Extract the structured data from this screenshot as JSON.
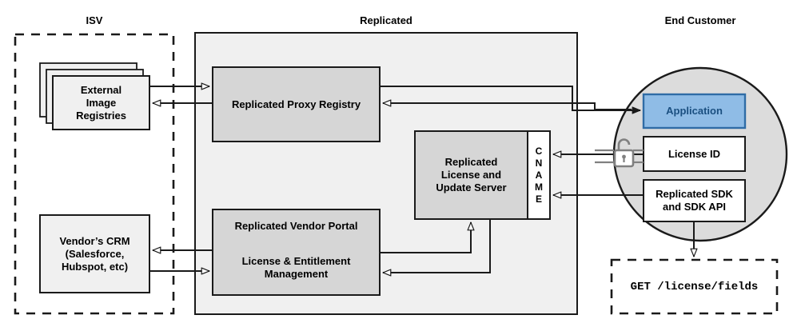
{
  "diagram": {
    "title_isv": "ISV",
    "title_replicated": "Replicated",
    "title_end_customer": "End Customer",
    "colors": {
      "panel_gray": "#f0f0f0",
      "box_gray": "#d6d6d6",
      "circle_gray": "#dcdcdc",
      "app_fill": "#8fbce6",
      "app_border": "#2f6ca6",
      "app_text": "#1a4f80",
      "stroke": "#1a1a1a",
      "lock_gray": "#808080"
    },
    "nodes": {
      "external_image_registries": "External\nImage\nRegistries",
      "external_image_registries_lines": [
        "External",
        "Image",
        "Registries"
      ],
      "vendors_crm_lines": [
        "Vendor’s CRM",
        "(Salesforce,",
        "Hubspot, etc)"
      ],
      "replicated_proxy_registry": "Replicated Proxy Registry",
      "replicated_license_update_server_lines": [
        "Replicated",
        "License and",
        "Update Server"
      ],
      "cname_letters": [
        "C",
        "N",
        "A",
        "M",
        "E"
      ],
      "replicated_vendor_portal": "Replicated Vendor Portal",
      "license_entitlement_management_lines": [
        "License & Entitlement",
        "Management"
      ],
      "application": "Application",
      "license_id": "License ID",
      "replicated_sdk_lines": [
        "Replicated SDK",
        "and SDK API"
      ],
      "api_request": "GET /license/fields"
    },
    "icons": {
      "lock": "unlocked-padlock-icon"
    }
  }
}
